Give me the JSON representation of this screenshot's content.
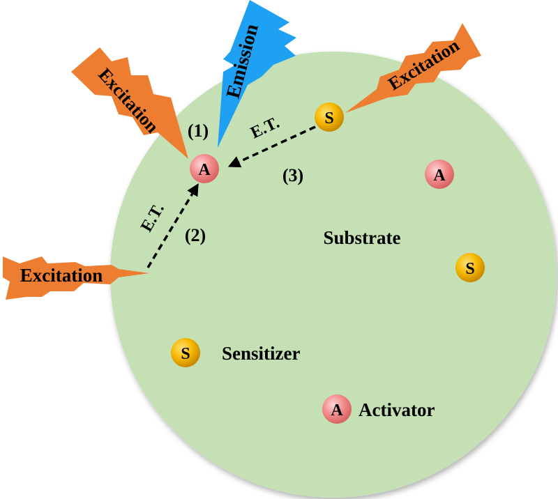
{
  "diagram": {
    "substrate_label": "Substrate",
    "sensitizer_symbol": "S",
    "activator_symbol": "A",
    "legend": {
      "sensitizer_label": "Sensitizer",
      "activator_label": "Activator"
    },
    "excitation_label": "Excitation",
    "emission_label": "Emission",
    "energy_transfer_label": "E.T.",
    "path_labels": [
      "(1)",
      "(2)",
      "(3)"
    ]
  },
  "colors": {
    "substrate": "#c5e0b4",
    "excitation": "#ed7d31",
    "emission": "#1ea1f2",
    "sensitizer": "#f5b800",
    "activator": "#f28b8b",
    "arrow": "#000000"
  }
}
